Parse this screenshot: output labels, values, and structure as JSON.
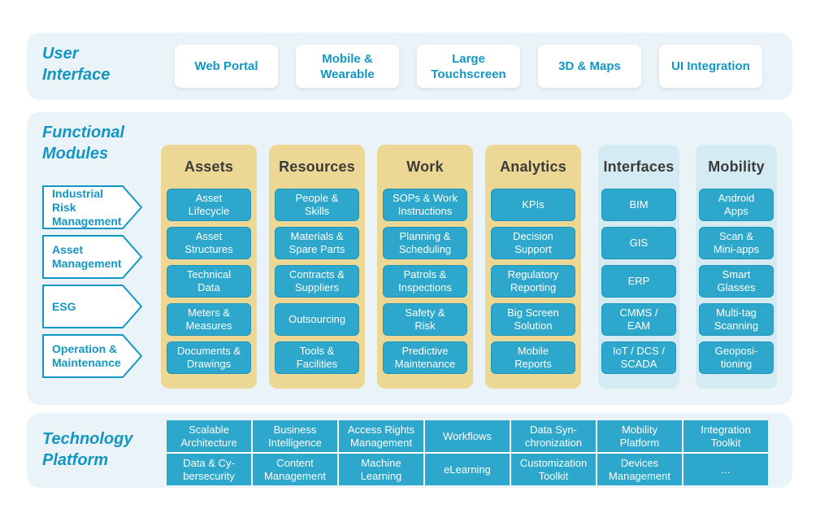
{
  "colors": {
    "accent_text": "#1496c4",
    "teal_fill": "#2da7cc",
    "teal_border": "#2096ba",
    "tan_column": "#edd795",
    "blue_column": "#d5ebf3",
    "section_bg": "#eaf3f7",
    "header_text": "#3b3b3b",
    "item_text": "#ffffff"
  },
  "user_interface": {
    "title_line1": "User",
    "title_line2": "Interface",
    "items": [
      "Web Portal",
      "Mobile &\nWearable",
      "Large\nTouchscreen",
      "3D & Maps",
      "UI Integration"
    ]
  },
  "functional_modules": {
    "title_line1": "Functional",
    "title_line2": "Modules",
    "side_arrows": [
      "Industrial Risk\nManagement",
      "Asset\nManagement",
      "ESG",
      "Operation &\nMaintenance"
    ],
    "columns": [
      {
        "header": "Assets",
        "theme": "tan",
        "items": [
          "Asset\nLifecycle",
          "Asset\nStructures",
          "Technical\nData",
          "Meters &\nMeasures",
          "Documents &\nDrawings"
        ]
      },
      {
        "header": "Resources",
        "theme": "tan",
        "items": [
          "People &\nSkills",
          "Materials &\nSpare Parts",
          "Contracts &\nSuppliers",
          "Outsourcing",
          "Tools &\nFacilities"
        ]
      },
      {
        "header": "Work",
        "theme": "tan",
        "items": [
          "SOPs & Work\nInstructions",
          "Planning &\nScheduling",
          "Patrols &\nInspections",
          "Safety &\nRisk",
          "Predictive\nMaintenance"
        ]
      },
      {
        "header": "Analytics",
        "theme": "tan",
        "items": [
          "KPIs",
          "Decision\nSupport",
          "Regulatory\nReporting",
          "Big Screen\nSolution",
          "Mobile\nReports"
        ]
      },
      {
        "header": "Interfaces",
        "theme": "blue",
        "items": [
          "BIM",
          "GIS",
          "ERP",
          "CMMS /\nEAM",
          "IoT / DCS /\nSCADA"
        ]
      },
      {
        "header": "Mobility",
        "theme": "blue",
        "items": [
          "Android\nApps",
          "Scan &\nMini-apps",
          "Smart\nGlasses",
          "Multi-tag\nScanning",
          "Geoposi-\ntioning"
        ]
      }
    ]
  },
  "technology_platform": {
    "title_line1": "Technology",
    "title_line2": "Platform",
    "rows": [
      [
        "Scalable\nArchitecture",
        "Business\nIntelligence",
        "Access Rights\nManagement",
        "Workflows",
        "Data Syn-\nchronization",
        "Mobility\nPlatform",
        "Integration\nToolkit"
      ],
      [
        "Data & Cy-\nbersecurity",
        "Content\nManagement",
        "Machine\nLearning",
        "eLearning",
        "Customization\nToolkit",
        "Devices\nManagement",
        "..."
      ]
    ]
  }
}
